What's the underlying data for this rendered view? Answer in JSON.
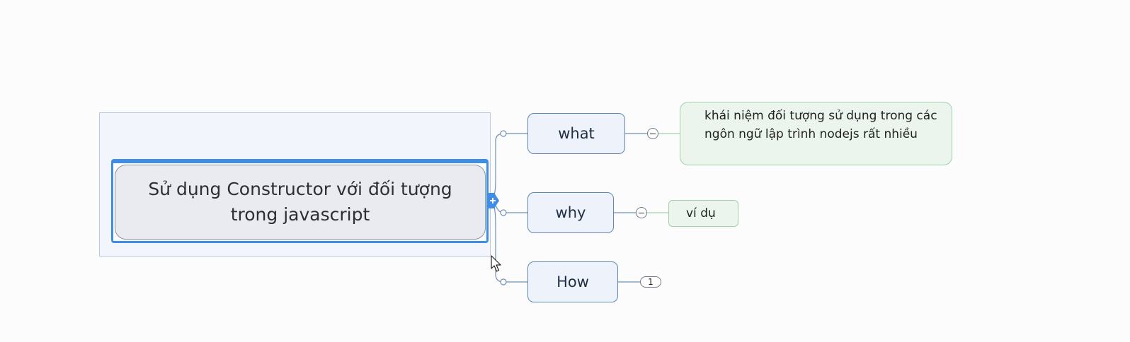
{
  "central_topic": {
    "text": "Sử dụng Constructor với đối tượng trong javascript"
  },
  "branches": [
    {
      "label": "what",
      "control": "collapse",
      "children": [
        "khái niệm đối tượng sử dụng trong các ngôn ngữ lập trình nodejs rất nhiều"
      ]
    },
    {
      "label": "why",
      "control": "collapse",
      "children": [
        "ví dụ"
      ]
    },
    {
      "label": "How",
      "control": "collapsed",
      "collapsed_count": "1",
      "children": []
    }
  ],
  "colors": {
    "selection": "#3e8ee8",
    "subtopic_border": "#5f86b8",
    "leaf_border": "#9fd1ac"
  },
  "icons": [
    "expand-plus-icon",
    "collapse-minus-icon",
    "mouse-pointer-icon"
  ]
}
